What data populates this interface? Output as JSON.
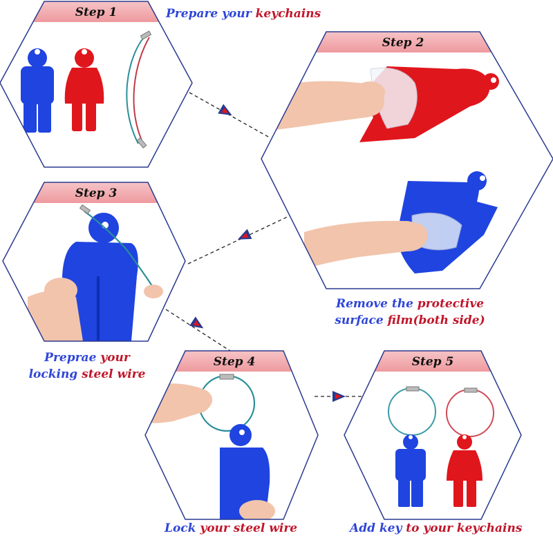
{
  "steps": [
    {
      "title": "Step 1",
      "caption_a": "Prepare your",
      "caption_b": " keychains"
    },
    {
      "title": "Step 2",
      "caption_line1_a": "Remove the",
      "caption_line1_b": " protective",
      "caption_line2_a": "surface",
      "caption_line2_b": " film(both side)"
    },
    {
      "title": "Step 3",
      "caption_line1_a": "Preprae",
      "caption_line1_b": " your",
      "caption_line2_a": "locking",
      "caption_line2_b": " steel wire"
    },
    {
      "title": "Step 4",
      "caption_a": "Lock",
      "caption_b": " your steel wire"
    },
    {
      "title": "Step 5",
      "caption_a": "Add key",
      "caption_b": " to your keychains"
    }
  ],
  "colors": {
    "hex_border": "#2a3a8f",
    "header_band": "#f3b0b3",
    "header_text": "#111111",
    "caption_blue": "#2f46d6",
    "caption_red": "#c0172b",
    "blue_figure": "#1f44e0",
    "red_figure": "#e0161d",
    "skin": "#f1c4ab"
  }
}
